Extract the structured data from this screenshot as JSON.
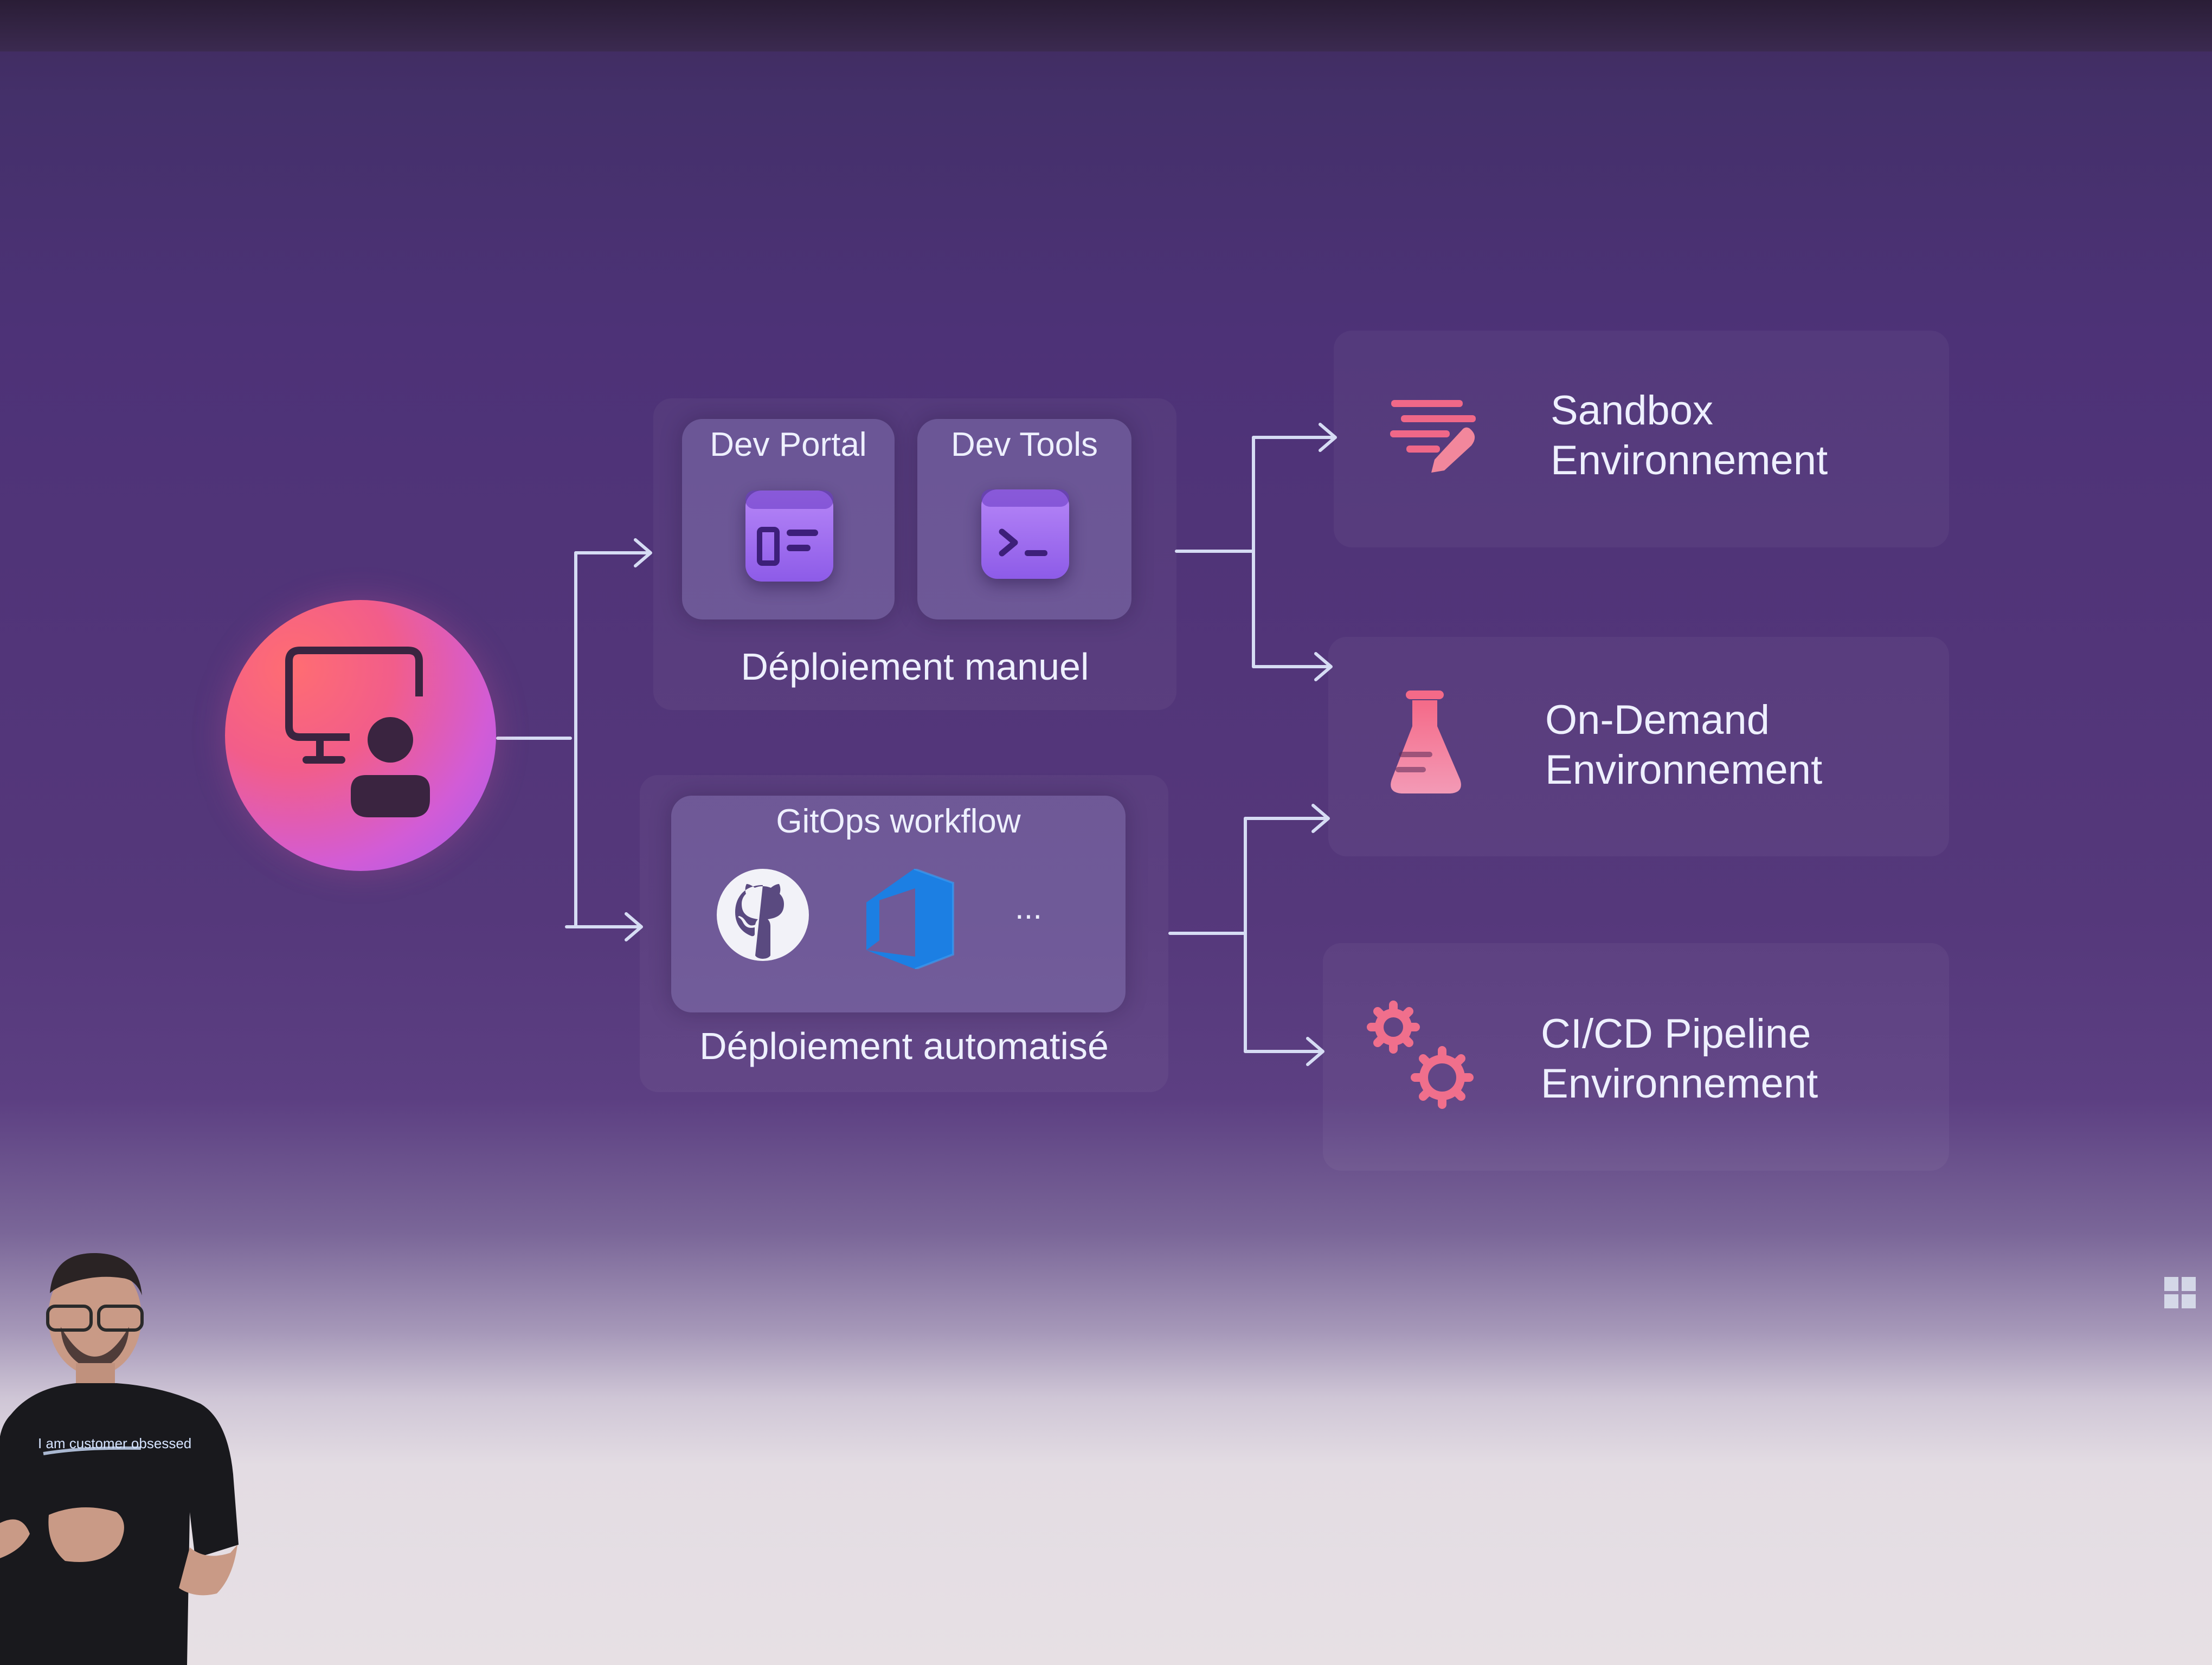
{
  "manual": {
    "dev_portal_title": "Dev Portal",
    "dev_tools_title": "Dev Tools",
    "caption": "Déploiement manuel"
  },
  "automated": {
    "gitops_title": "GitOps workflow",
    "more_label": "...",
    "caption": "Déploiement automatisé"
  },
  "environments": [
    {
      "label": "Sandbox\nEnvironnement",
      "icon": "sandbox-icon"
    },
    {
      "label": "On-Demand\nEnvironnement",
      "icon": "flask-icon"
    },
    {
      "label": "CI/CD Pipeline\nEnvironnement",
      "icon": "gears-icon"
    }
  ],
  "presenter_shirt_text": "I am customer obsessed",
  "colors": {
    "icon_purple": "#a070f2",
    "connector": "#d6dcf4",
    "accent_pink": "#f26a8c",
    "azure_blue": "#1c7fe3"
  }
}
